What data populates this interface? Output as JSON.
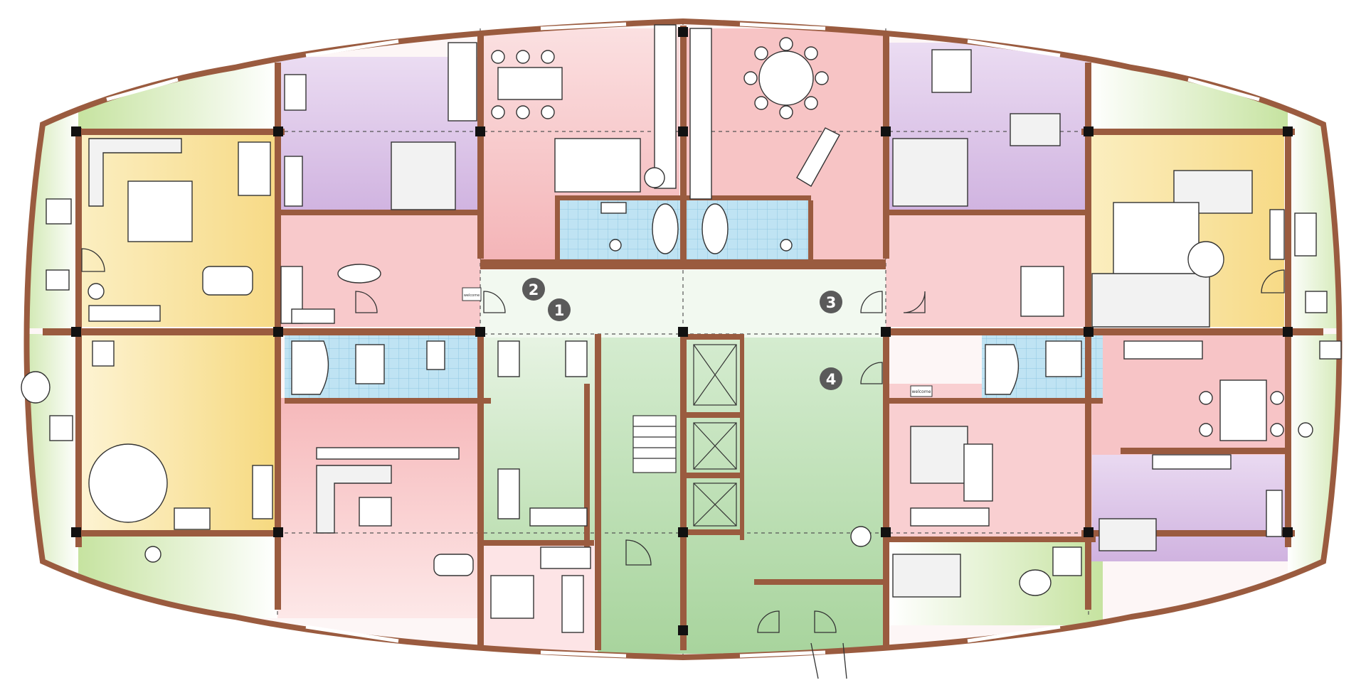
{
  "plan": {
    "markers": [
      {
        "label": "1"
      },
      {
        "label": "2"
      },
      {
        "label": "3"
      },
      {
        "label": "4"
      }
    ],
    "signs": {
      "welcome_left": "welcome",
      "welcome_right": "welcome"
    },
    "colors": {
      "wall": "#9a5b3f",
      "bedroom": "#dcc6e6",
      "living": "#fbe7a8",
      "kitchen": "#f6c2c4",
      "bathroom": "#bfe3f3",
      "balcony": "#d2e9b4",
      "hall": "#cde7c8",
      "utility": "#d8a88d"
    }
  }
}
